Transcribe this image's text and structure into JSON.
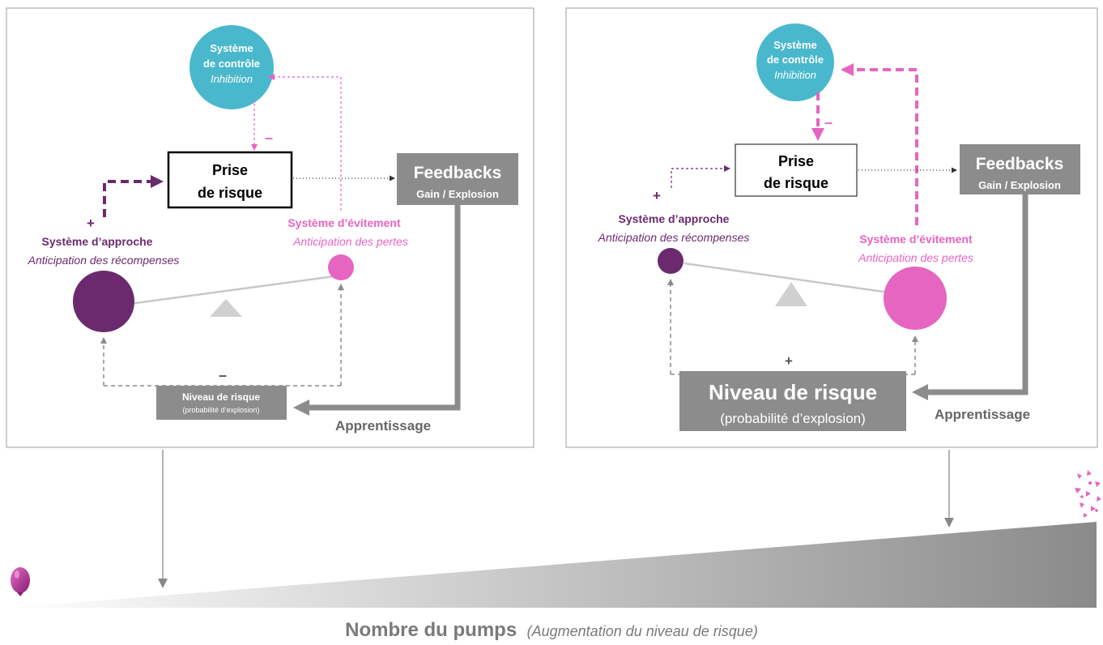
{
  "colors": {
    "teal": "#4ab8cc",
    "purple_dark": "#6b2a6e",
    "pink": "#e565c0",
    "gray_box": "#8c8c8c",
    "gray_text": "#7a7a7a"
  },
  "left_panel": {
    "control": {
      "line1": "Système",
      "line2": "de contrôle",
      "line3": "Inhibition"
    },
    "control_minus": "–",
    "risk_box": {
      "line1": "Prise",
      "line2": "de risque"
    },
    "feedbacks": {
      "title": "Feedbacks",
      "sub": "Gain / Explosion"
    },
    "approach": {
      "plus": "+",
      "title": "Système d’approche",
      "sub": "Anticipation des récompenses"
    },
    "avoidance": {
      "title": "Système d’évitement",
      "sub": "Anticipation des pertes"
    },
    "risk_level": {
      "minus": "–",
      "title": "Niveau de risque",
      "sub": "(probabilité d’explosion)"
    },
    "learning": "Apprentissage"
  },
  "right_panel": {
    "control": {
      "line1": "Système",
      "line2": "de contrôle",
      "line3": "Inhibition"
    },
    "control_minus": "–",
    "risk_box": {
      "line1": "Prise",
      "line2": "de risque"
    },
    "feedbacks": {
      "title": "Feedbacks",
      "sub": "Gain / Explosion"
    },
    "approach": {
      "plus": "+",
      "title": "Système d’approche",
      "sub": "Anticipation des récompenses"
    },
    "avoidance": {
      "title": "Système d’évitement",
      "sub": "Anticipation des pertes"
    },
    "risk_level": {
      "plus": "+",
      "title": "Niveau de risque",
      "sub": "(probabilité d’explosion)"
    },
    "learning": "Apprentissage"
  },
  "footer": {
    "title": "Nombre du pumps",
    "subtitle": "(Augmentation du niveau de risque)"
  }
}
